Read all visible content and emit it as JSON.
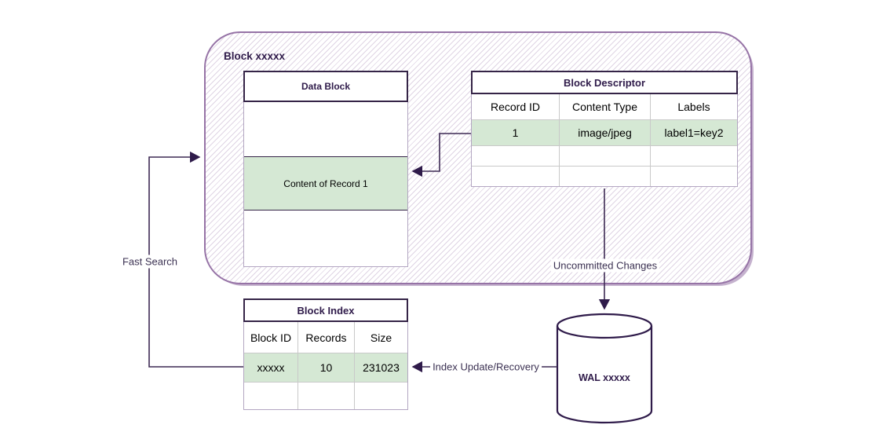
{
  "container": {
    "title": "Block xxxxx"
  },
  "data_block": {
    "title": "Data Block",
    "rows": [
      "",
      "Content of Record 1",
      ""
    ]
  },
  "block_descriptor": {
    "title": "Block Descriptor",
    "columns": [
      "Record ID",
      "Content Type",
      "Labels"
    ],
    "rows": [
      [
        "1",
        "image/jpeg",
        "label1=key2"
      ],
      [
        "",
        "",
        ""
      ],
      [
        "",
        "",
        ""
      ]
    ]
  },
  "block_index": {
    "title": "Block Index",
    "columns": [
      "Block ID",
      "Records",
      "Size"
    ],
    "rows": [
      [
        "xxxxx",
        "10",
        "231023"
      ],
      [
        "",
        "",
        ""
      ]
    ]
  },
  "wal": {
    "label": "WAL xxxxx"
  },
  "edges": {
    "fast_search": "Fast Search",
    "uncommitted_changes": "Uncommitted Changes",
    "index_update_recovery": "Index Update/Recovery"
  },
  "colors": {
    "container_border": "#9673a6",
    "header_text": "#2f1b4a",
    "highlight_green": "#d5e8d4",
    "connector_line": "#3d2a54",
    "cell_border": "#c9c9c9"
  }
}
